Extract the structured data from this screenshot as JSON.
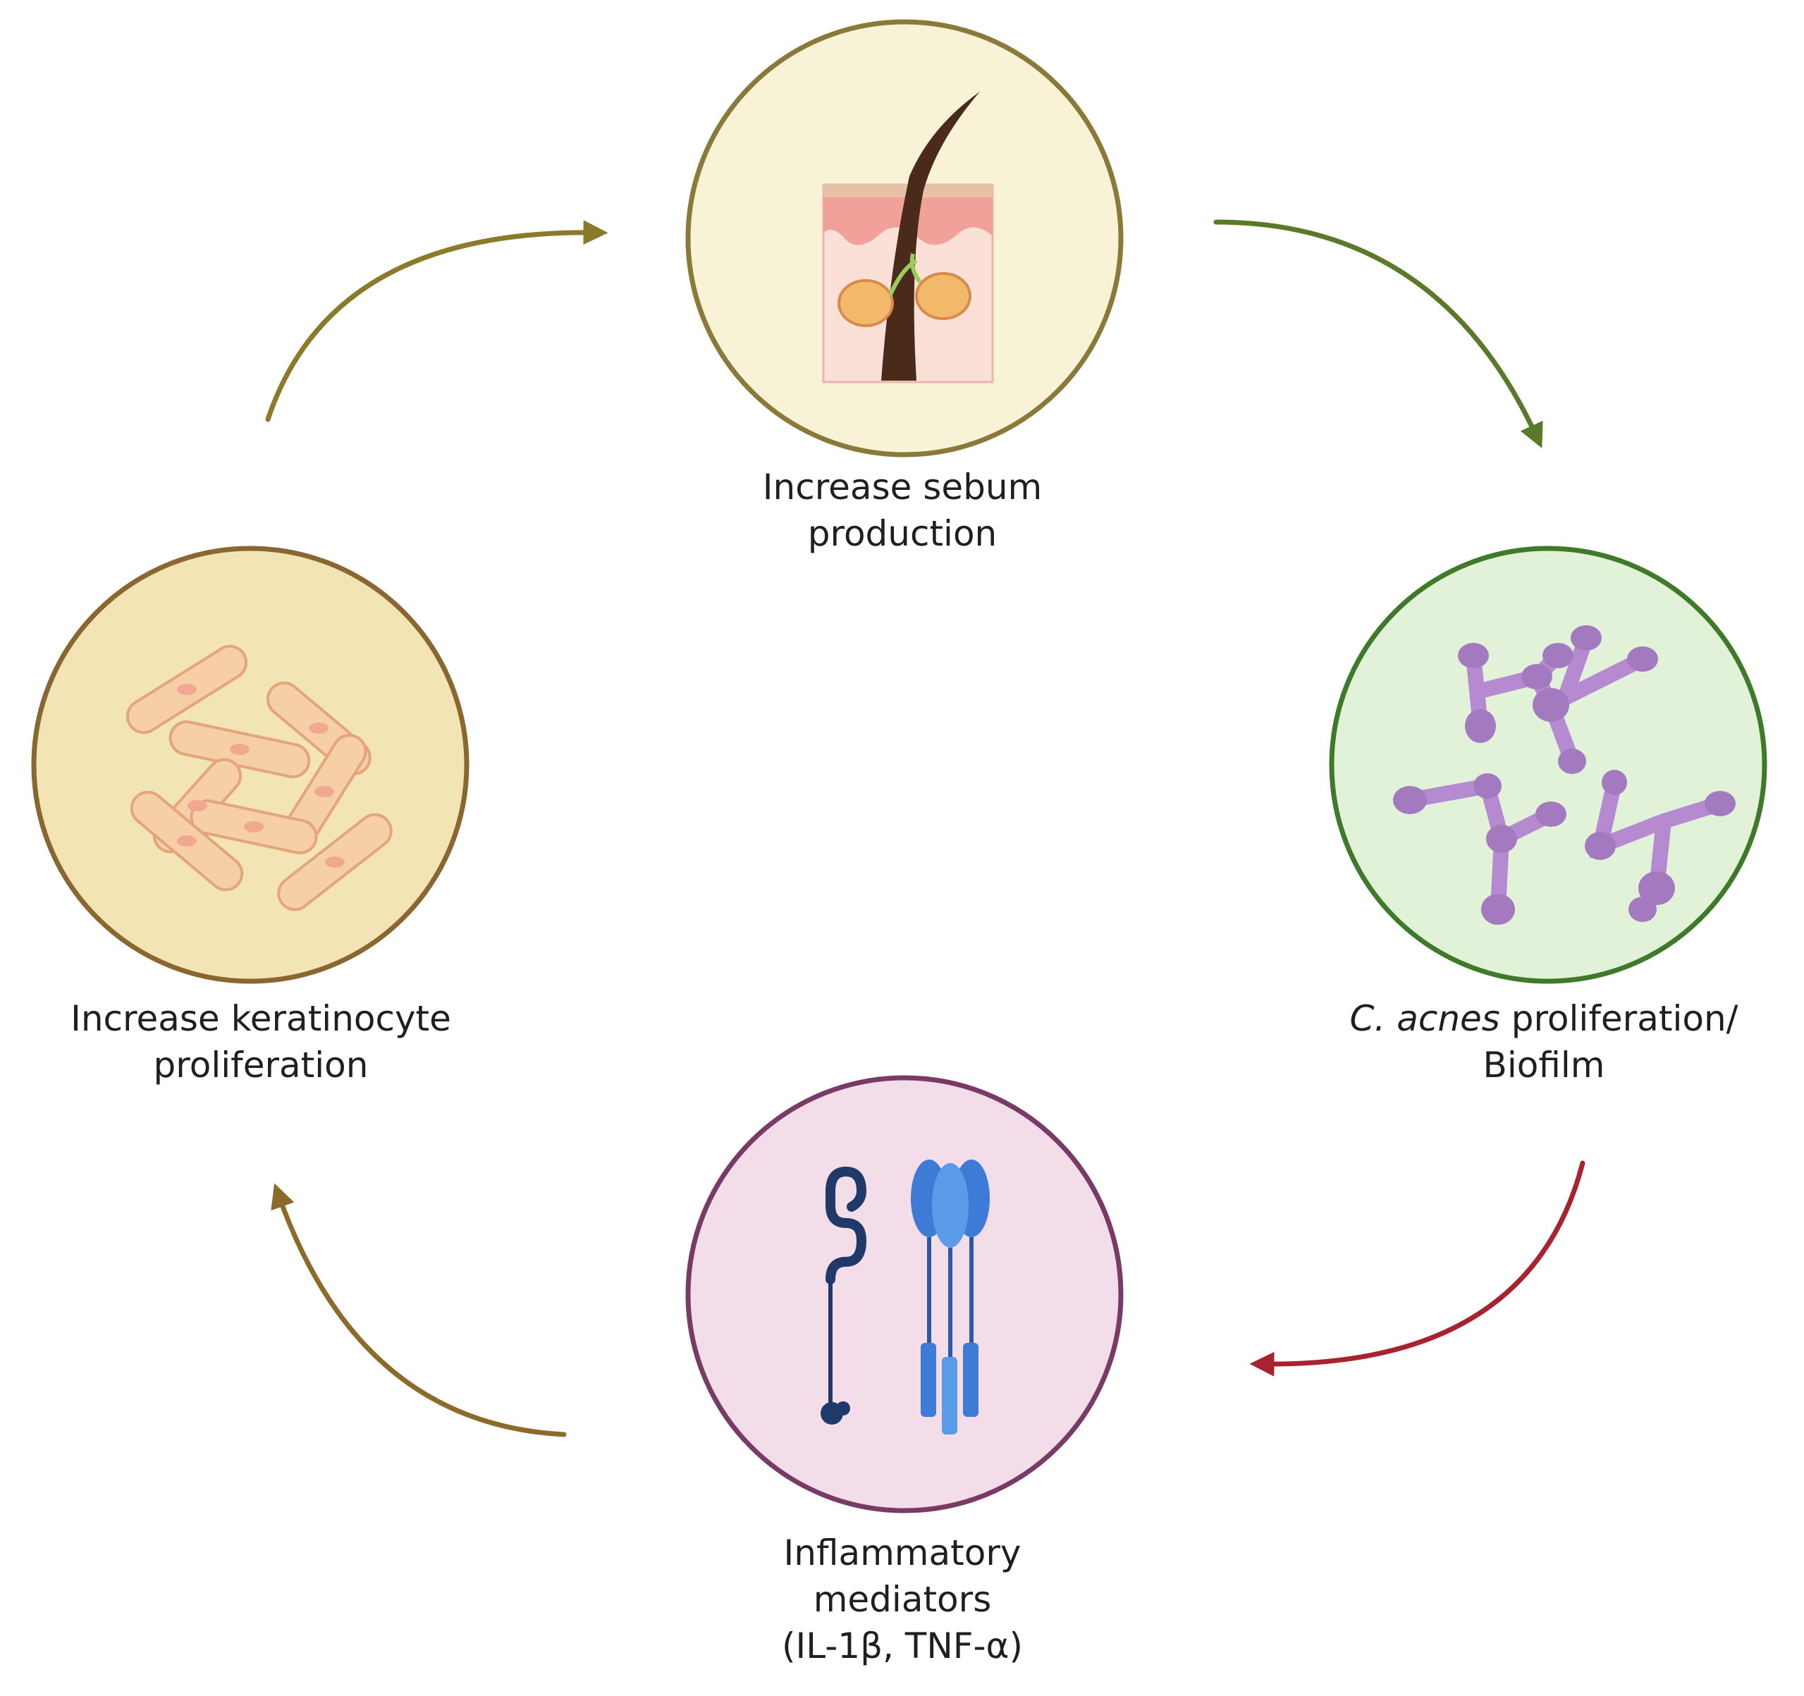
{
  "nodes": {
    "sebum": {
      "line1": "Increase sebum",
      "line2": "production",
      "border_color": "#8a7a3a",
      "fill_color": "#f8f3d6",
      "icon": "hair-follicle-sebaceous-gland-icon"
    },
    "cacnes": {
      "italic_part": "C. acnes",
      "line1_rest": " proliferation/",
      "line2": "Biofilm",
      "border_color": "#3f7a2a",
      "fill_color": "#e1f2d8",
      "icon": "bacteria-biofilm-icon"
    },
    "inflammatory": {
      "line1": "Inflammatory",
      "line2": "mediators",
      "line3": "(IL-1β, TNF-α)",
      "border_color": "#7a3a66",
      "fill_color": "#f2dde9",
      "icon": "cytokine-receptor-icon"
    },
    "keratinocyte": {
      "line1": "Increase keratinocyte",
      "line2": "proliferation",
      "border_color": "#8a6630",
      "fill_color": "#f3e4b5",
      "icon": "keratinocyte-cells-icon"
    }
  },
  "arrows": {
    "sebum_to_cacnes": "#5a7a2a",
    "cacnes_to_inflammatory": "#a8232f",
    "inflammatory_to_keratinocyte": "#8c6a2a",
    "keratinocyte_to_sebum": "#8a7a2a"
  }
}
